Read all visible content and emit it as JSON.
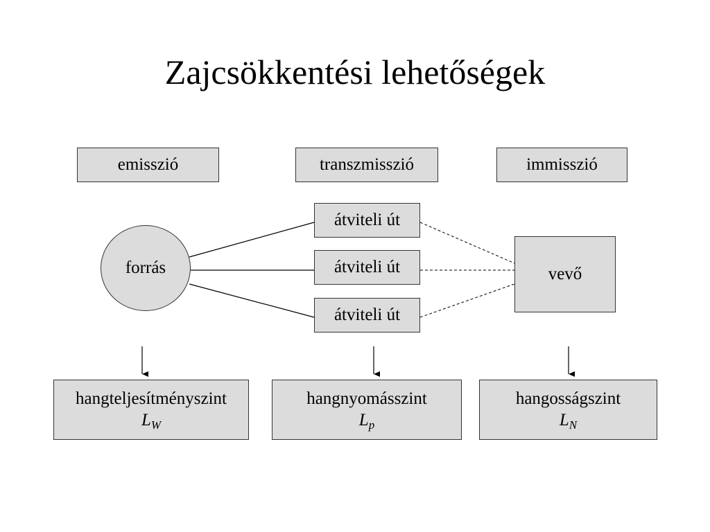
{
  "title": "Zajcsökkentési lehetőségek",
  "categories": {
    "emission": "emisszió",
    "transmission": "transzmisszió",
    "immission": "immisszió"
  },
  "source": "forrás",
  "paths": [
    "átviteli út",
    "átviteli út",
    "átviteli út"
  ],
  "receiver": "vevő",
  "levels": {
    "power": {
      "name": "hangteljesítményszint",
      "symbol": "L",
      "subscript": "W"
    },
    "pressure": {
      "name": "hangnyomásszint",
      "symbol": "L",
      "subscript": "p"
    },
    "loudness": {
      "name": "hangosságszint",
      "symbol": "L",
      "subscript": "N"
    }
  }
}
